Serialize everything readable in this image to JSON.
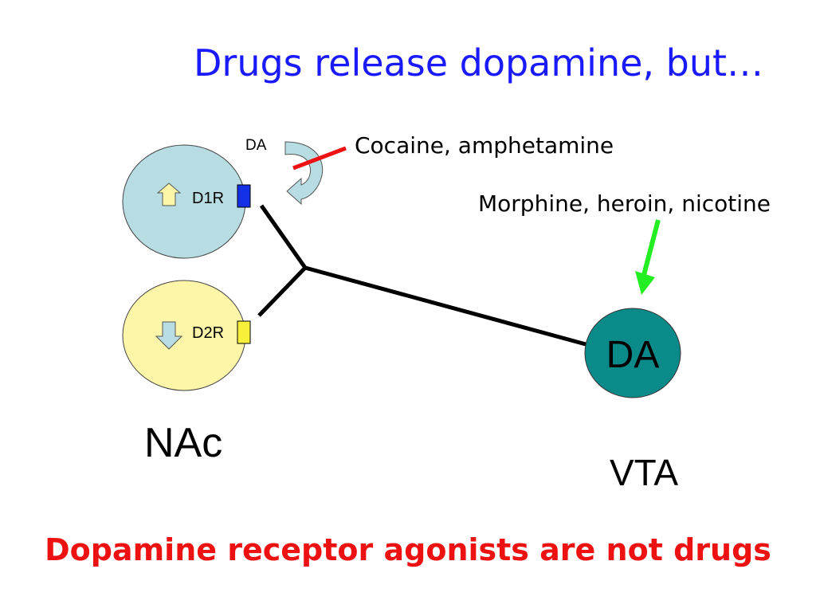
{
  "title": "Drugs release dopamine, but…",
  "labels": {
    "cocaine": "Cocaine, amphetamine",
    "morphine": "Morphine, heroin, nicotine",
    "da_release": "DA",
    "d1r": "D1R",
    "d2r": "D2R",
    "vta_neuron": "DA",
    "nac": "NAc",
    "vta": "VTA"
  },
  "footer": "Dopamine receptor agonists are not drugs",
  "colors": {
    "title": "#1a1aff",
    "footer": "#ee1111",
    "d1_neuron": "#b7dde3",
    "d2_neuron": "#fdf6a8",
    "vta_neuron": "#0b8a8a",
    "d1_receptor": "#1330e6",
    "d2_receptor": "#f7ef3a",
    "block_line": "#ee1111",
    "green_arrow": "#22ee22"
  },
  "icons": {
    "d1_effect": "up-arrow-icon",
    "d2_effect": "down-arrow-icon",
    "reuptake": "curved-arrow-icon",
    "drug_action": "green-arrow-icon"
  }
}
